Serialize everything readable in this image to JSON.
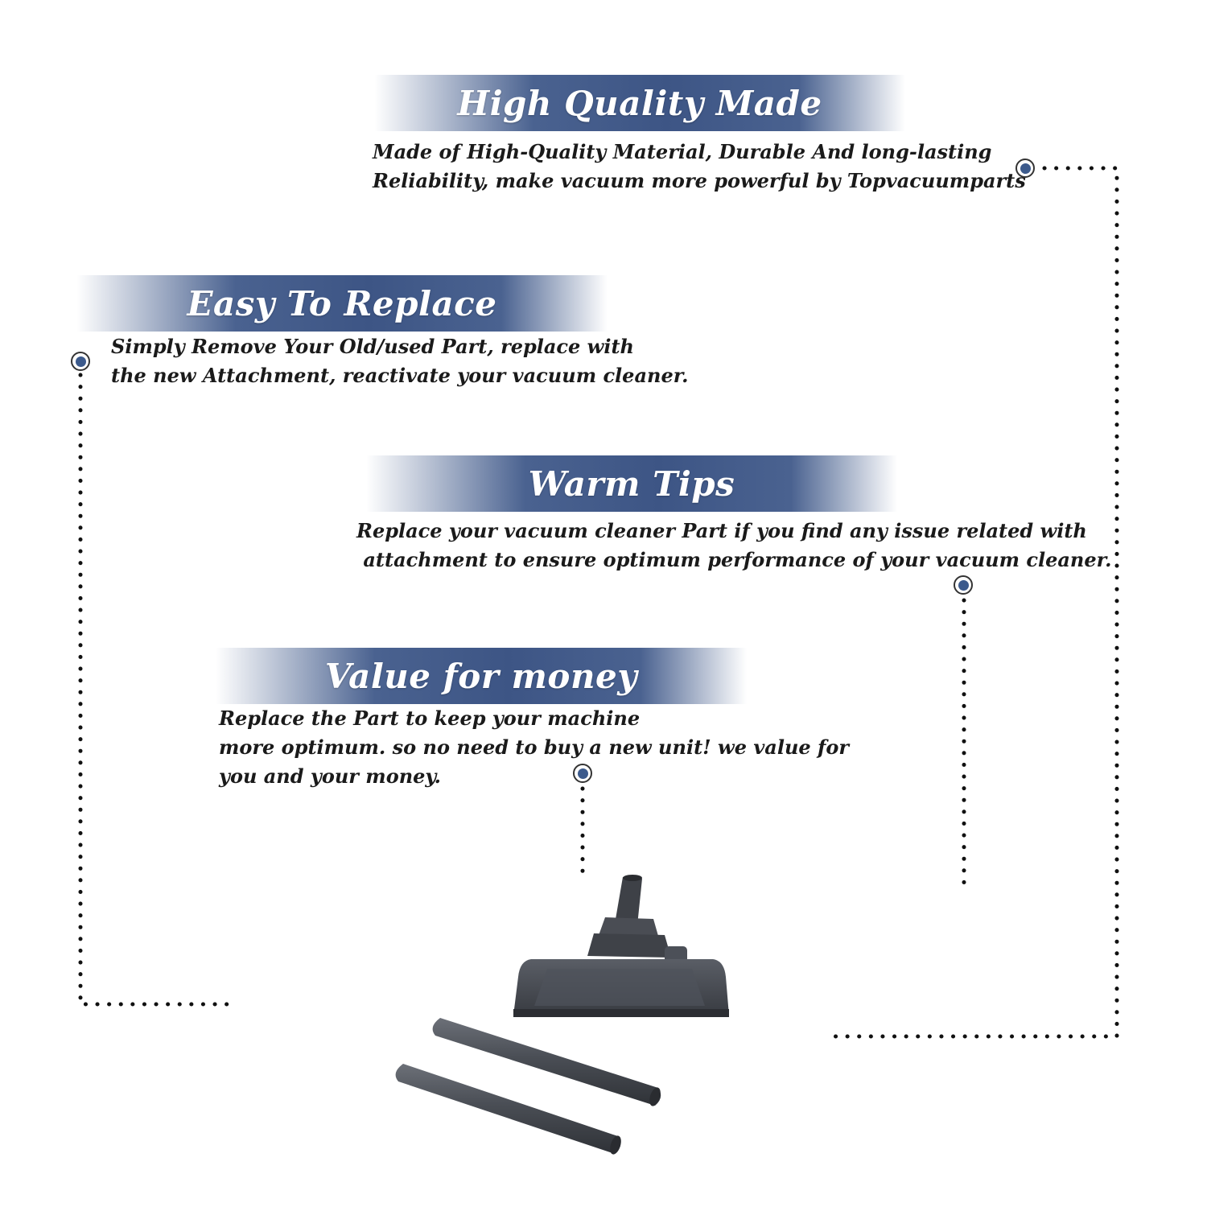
{
  "sections": [
    {
      "title": "High Quality Made",
      "lines": [
        "Made of  High-Quality Material, Durable And long-lasting",
        "Reliability, make vacuum more powerful by Topvacuumparts"
      ]
    },
    {
      "title": "Easy To Replace",
      "lines": [
        "Simply Remove Your Old/used Part, replace with",
        "the new Attachment, reactivate your vacuum cleaner."
      ]
    },
    {
      "title": "Warm Tips",
      "lines": [
        "Replace your vacuum cleaner Part if you find any issue related with",
        " attachment to ensure optimum performance of your vacuum cleaner."
      ]
    },
    {
      "title": "Value for money",
      "lines": [
        "Replace the Part to keep your machine",
        "more optimum. so no need to buy a new unit! we value for",
        "you and your money."
      ]
    }
  ],
  "colors": {
    "banner": "#3d5585",
    "marker": "#3c5a8c",
    "product": "#4a4e55"
  }
}
